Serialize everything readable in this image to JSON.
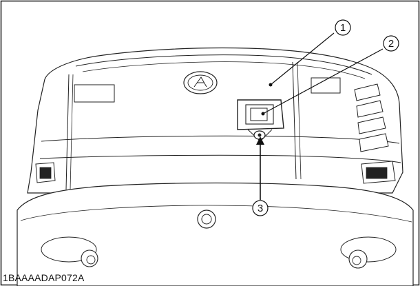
{
  "figure": {
    "code": "1BAAAADAP072A",
    "callouts": [
      {
        "number": "1",
        "target": "rear-cover-panel"
      },
      {
        "number": "2",
        "target": "rear-socket-box"
      },
      {
        "number": "3",
        "target": "lower-bolt"
      }
    ]
  },
  "colors": {
    "line": "#222222",
    "frame": "#111111",
    "background": "#ffffff"
  }
}
